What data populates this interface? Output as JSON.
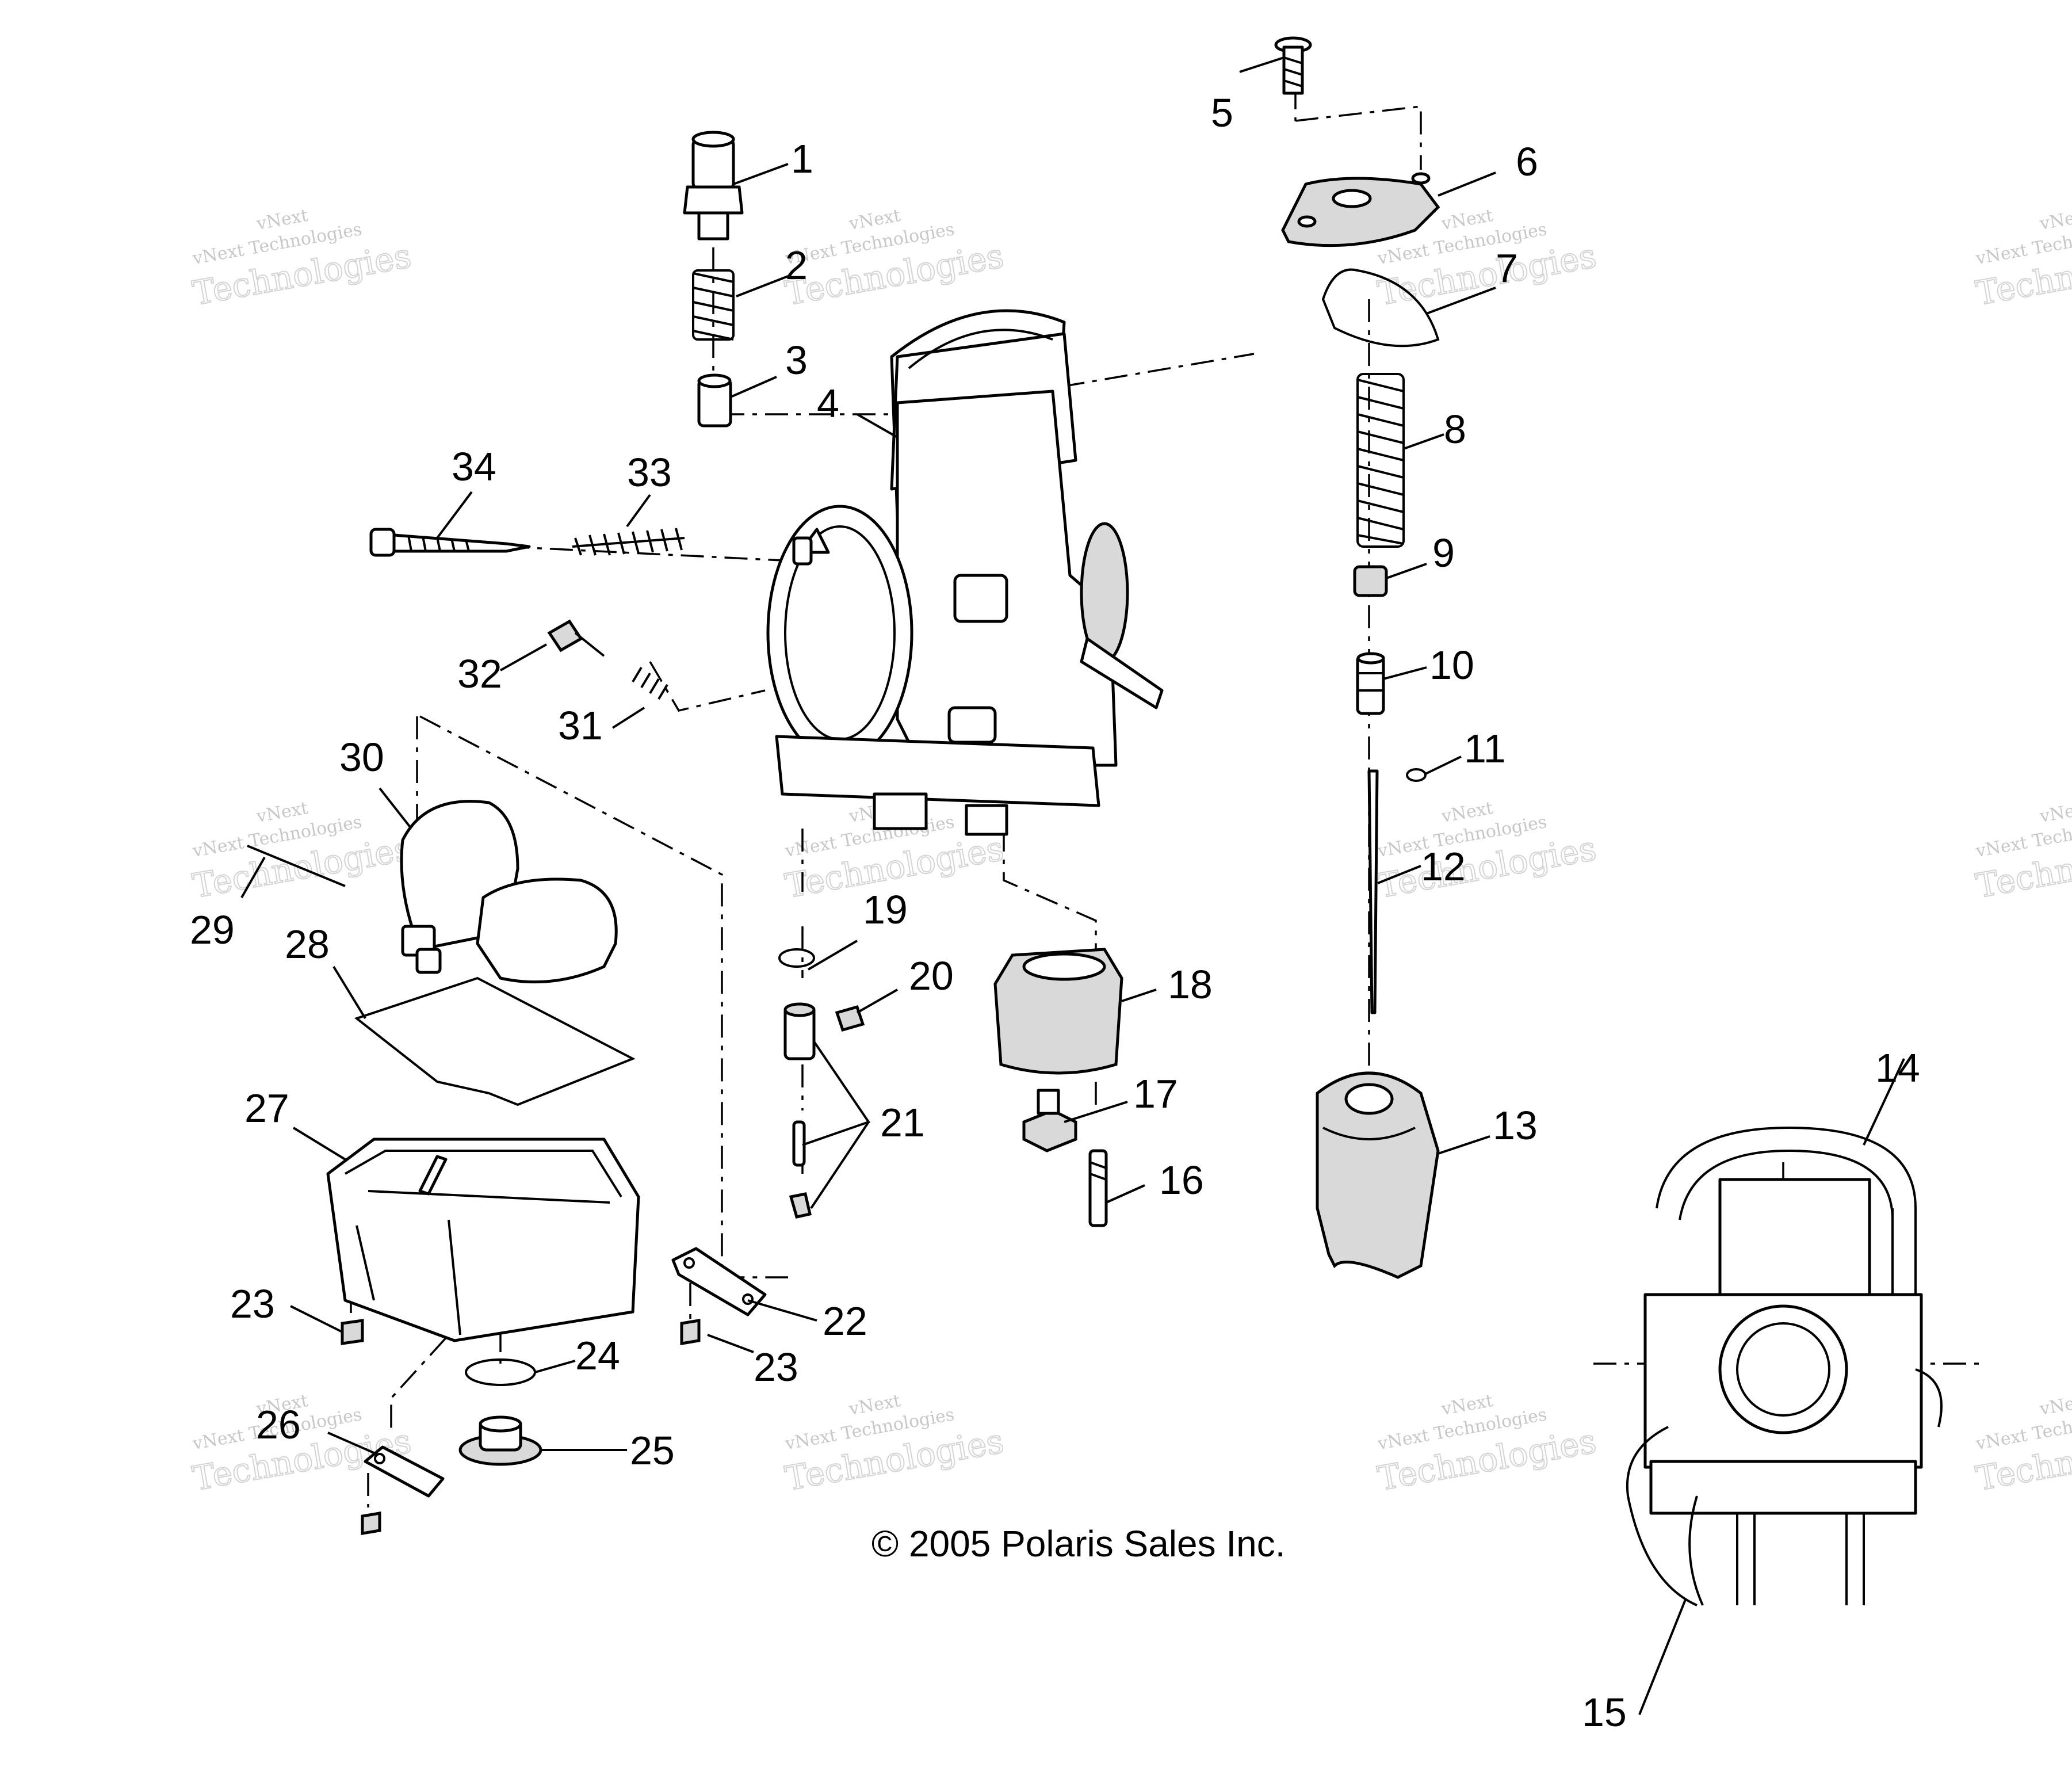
{
  "callouts": [
    {
      "n": "1"
    },
    {
      "n": "2"
    },
    {
      "n": "3"
    },
    {
      "n": "4"
    },
    {
      "n": "5"
    },
    {
      "n": "6"
    },
    {
      "n": "7"
    },
    {
      "n": "8"
    },
    {
      "n": "9"
    },
    {
      "n": "10"
    },
    {
      "n": "11"
    },
    {
      "n": "12"
    },
    {
      "n": "13"
    },
    {
      "n": "14"
    },
    {
      "n": "15"
    },
    {
      "n": "16"
    },
    {
      "n": "17"
    },
    {
      "n": "18"
    },
    {
      "n": "19"
    },
    {
      "n": "20"
    },
    {
      "n": "21"
    },
    {
      "n": "22"
    },
    {
      "n": "23"
    },
    {
      "n": "23"
    },
    {
      "n": "24"
    },
    {
      "n": "25"
    },
    {
      "n": "26"
    },
    {
      "n": "27"
    },
    {
      "n": "28"
    },
    {
      "n": "29"
    },
    {
      "n": "30"
    },
    {
      "n": "31"
    },
    {
      "n": "32"
    },
    {
      "n": "33"
    },
    {
      "n": "34"
    }
  ],
  "copyright": "© 2005 Polaris Sales Inc.",
  "watermark": {
    "line1": "vNext",
    "line2": "vNext Technologies",
    "line3": "Technologies"
  },
  "colors": {
    "ink": "#000000",
    "background": "#ffffff",
    "watermark": "#9a9a9a"
  }
}
